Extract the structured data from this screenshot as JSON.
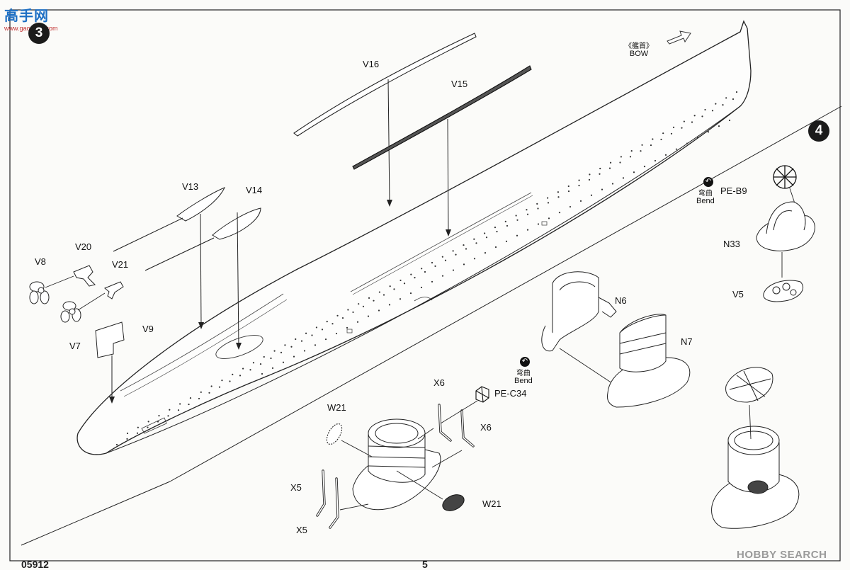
{
  "watermark_top": {
    "chinese": "高手网",
    "url": "www.gaoshou.com"
  },
  "watermark_bottom": {
    "brand": "HOBBY SEARCH"
  },
  "steps": {
    "step3": "3",
    "step4": "4"
  },
  "bow": {
    "chinese": "《艦首》",
    "english": "BOW"
  },
  "bend": {
    "chinese": "弯曲",
    "english": "Bend"
  },
  "parts": {
    "V16": "V16",
    "V15": "V15",
    "V13": "V13",
    "V14": "V14",
    "V20": "V20",
    "V8": "V8",
    "V21": "V21",
    "V7": "V7",
    "V9": "V9",
    "X6a": "X6",
    "X6b": "X6",
    "PE_C34": "PE-C34",
    "W21a": "W21",
    "W21b": "W21",
    "X5a": "X5",
    "X5b": "X5",
    "N6": "N6",
    "N7": "N7",
    "PE_B9": "PE-B9",
    "N33": "N33",
    "V5": "V5"
  },
  "footer": {
    "page_code": "05912",
    "page_number": "5"
  }
}
